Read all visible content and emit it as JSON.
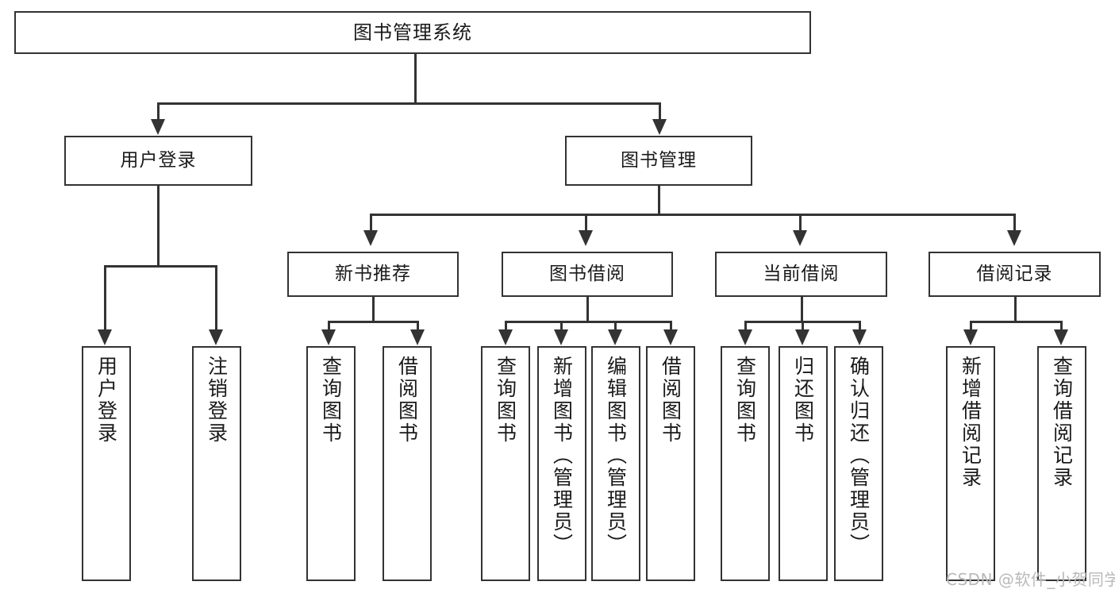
{
  "diagram": {
    "title": "图书管理系统",
    "type": "hierarchy-tree",
    "root": {
      "label": "图书管理系统"
    },
    "level2": [
      {
        "label": "用户登录"
      },
      {
        "label": "图书管理"
      }
    ],
    "level3": [
      {
        "label": "新书推荐"
      },
      {
        "label": "图书借阅"
      },
      {
        "label": "当前借阅"
      },
      {
        "label": "借阅记录"
      }
    ],
    "leaves": {
      "user_login": [
        {
          "label": "用户登录"
        },
        {
          "label": "注销登录"
        }
      ],
      "new_book_recommend": [
        {
          "label": "查询图书"
        },
        {
          "label": "借阅图书"
        }
      ],
      "book_borrow": [
        {
          "label": "查询图书"
        },
        {
          "label": "新增图书（管理员）"
        },
        {
          "label": "编辑图书（管理员）"
        },
        {
          "label": "借阅图书"
        }
      ],
      "current_borrow": [
        {
          "label": "查询图书"
        },
        {
          "label": "归还图书"
        },
        {
          "label": "确认归还（管理员）"
        }
      ],
      "borrow_record": [
        {
          "label": "新增借阅记录"
        },
        {
          "label": "查询借阅记录"
        }
      ]
    },
    "watermark": "CSDN @软件_小贺同学",
    "colors": {
      "stroke": "#333333",
      "background": "#ffffff",
      "text": "#1a1a1a",
      "watermark": "#b9b9b9"
    }
  }
}
